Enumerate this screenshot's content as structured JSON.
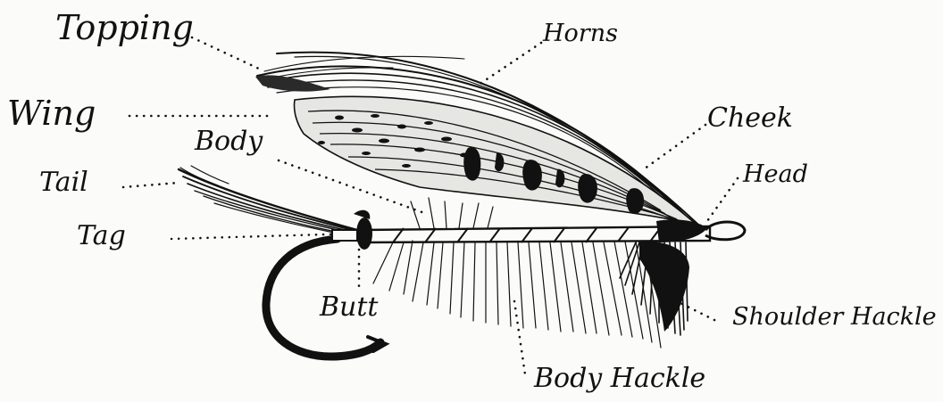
{
  "diagram": {
    "labels": {
      "topping": "Topping",
      "horns": "Horns",
      "wing": "Wing",
      "body": "Body",
      "cheek": "Cheek",
      "tail": "Tail",
      "head": "Head",
      "tag": "Tag",
      "butt": "Butt",
      "shoulder_hackle": "Shoulder Hackle",
      "body_hackle": "Body Hackle"
    },
    "colors": {
      "ink": "#111111",
      "paper": "#fbfbfa"
    }
  }
}
